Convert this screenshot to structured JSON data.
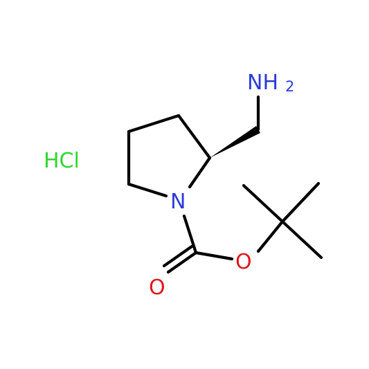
{
  "molecule": {
    "labels": {
      "amine_n": "NH",
      "amine_subscript": "2",
      "ring_n": "N",
      "ester_o": "O",
      "carbonyl_o": "O",
      "salt": "HCl"
    },
    "colors": {
      "bond": "#000000",
      "nitrogen": "#2b3bd6",
      "oxygen": "#e0141b",
      "chlorine": "#2fd62f",
      "background": "#ffffff"
    }
  }
}
